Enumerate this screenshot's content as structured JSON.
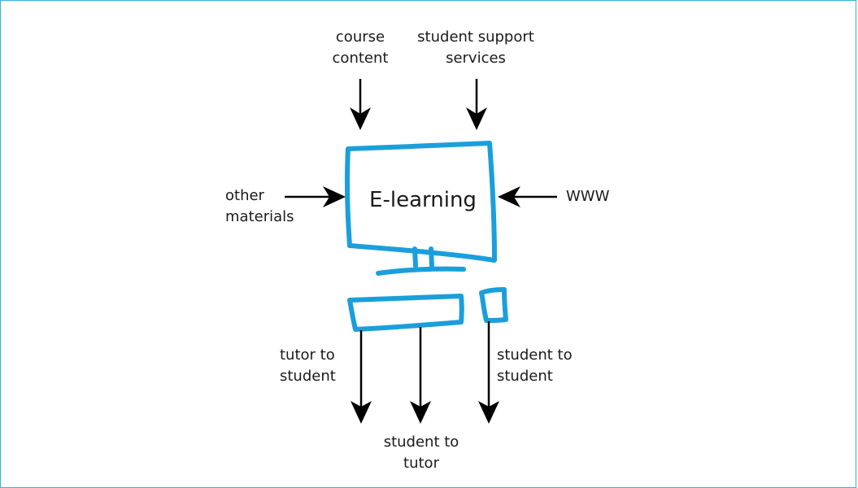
{
  "diagram": {
    "center_label": "E-learning",
    "inputs": {
      "top_left": "course\ncontent",
      "top_right": "student support\nservices",
      "left": "other\nmaterials",
      "right": "WWW"
    },
    "outputs": {
      "left": "tutor to\nstudent",
      "middle": "student to\ntutor",
      "right": "student to\nstudent"
    },
    "colors": {
      "device_outline": "#1a9fdb",
      "frame_border": "#34b0e0",
      "arrow": "#000000"
    }
  }
}
